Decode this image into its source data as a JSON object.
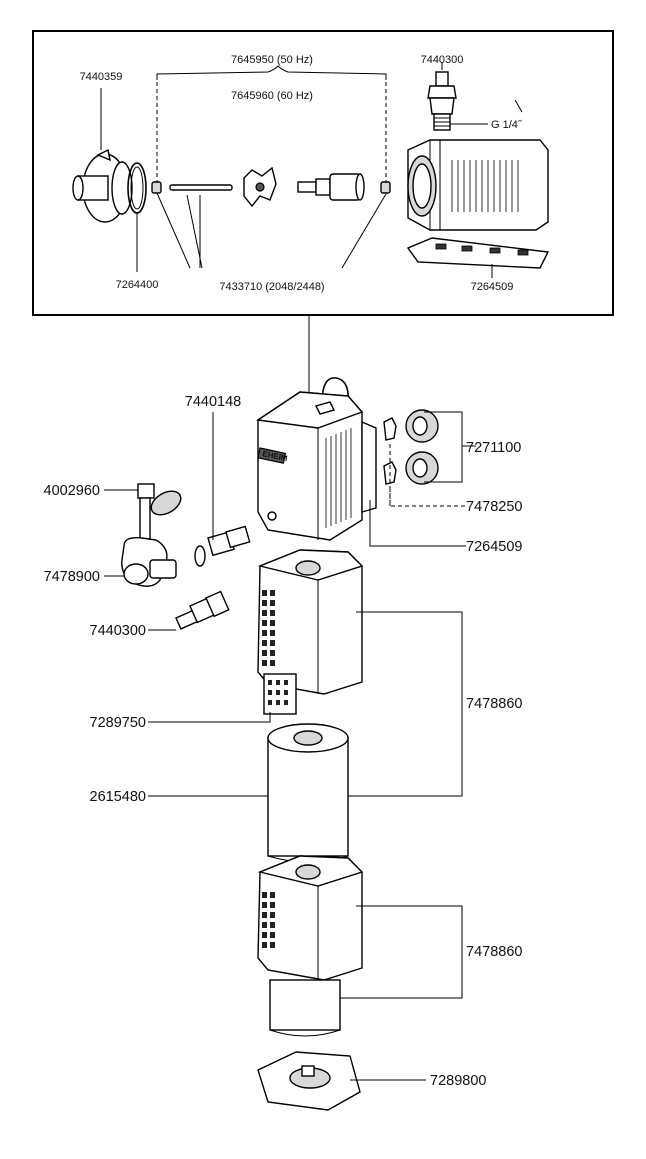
{
  "diagram": {
    "inset": {
      "parts": {
        "impeller_cover": "7440359",
        "motor_50hz": "7645950 (50 Hz)",
        "motor_60hz": "7645960 (60 Hz)",
        "hose_connector": "7440300",
        "thread": "G 1/4˝",
        "seal_ring": "7264400",
        "impeller_shaft": "7433710 (2048/2448)",
        "mounting_plate": "7264509"
      }
    },
    "main": {
      "parts": {
        "connector_piece": "7440148",
        "suction_cups": "7271100",
        "air_valve": "4002960",
        "clips": "7478250",
        "pump_outlet": "7478900",
        "holder_plate": "7264509",
        "hose_nozzle": "7440300",
        "filter_container_top": "7478860",
        "slot_cover": "7289750",
        "filter_sponge": "2615480",
        "filter_container_bottom": "7478860",
        "base_cap": "7289800"
      },
      "brand": "EHEIM"
    }
  }
}
